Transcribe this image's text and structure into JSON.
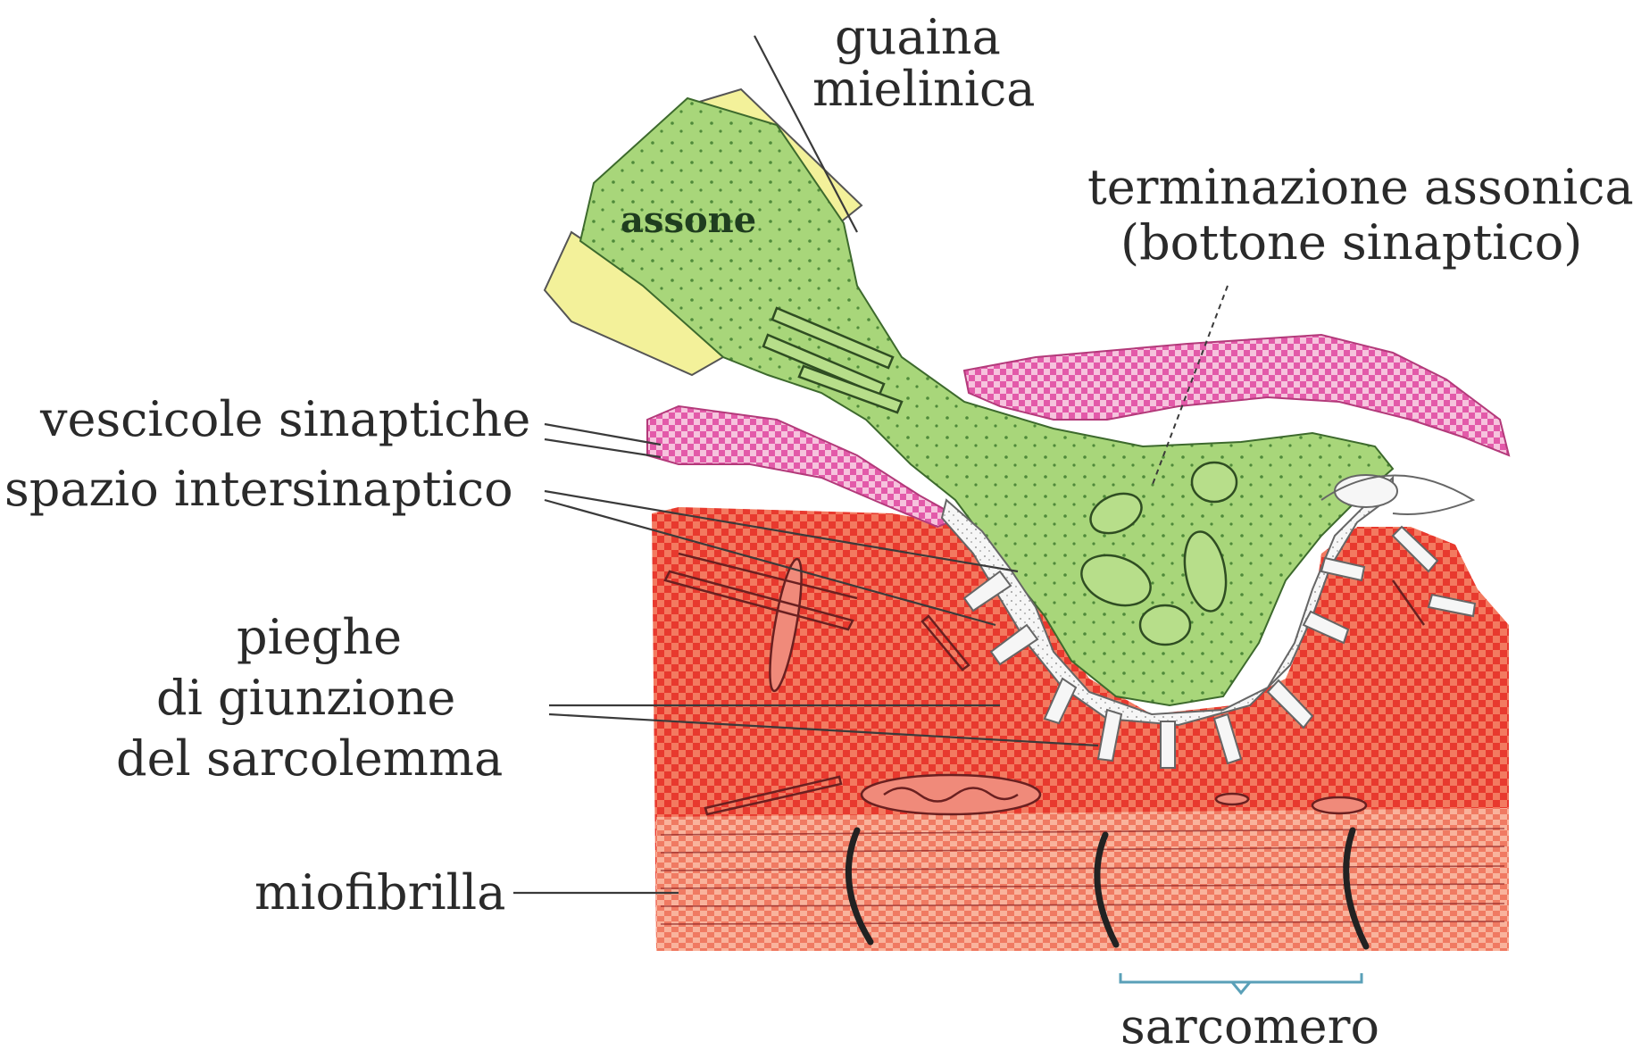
{
  "labels": {
    "myelin_sheath": [
      "guaina",
      "mielinica"
    ],
    "axon": "assone",
    "axon_terminal": [
      "terminazione assonica",
      "(bottone sinaptico)"
    ],
    "synaptic_vesicles": "vescicole sinaptiche",
    "synaptic_cleft": "spazio intersinaptico",
    "junctional_folds": [
      "pieghe",
      "di giunzione",
      "del sarcolemma"
    ],
    "myofibril": "miofibrilla",
    "sarcomere": "sarcomero"
  },
  "colors": {
    "axon_green": "#a9d77a",
    "myelin_yellow": "#f4f29a",
    "muscle_red": "#ef4a3a",
    "muscle_light": "#f7a08a",
    "schwann_pink": "#e05aa8",
    "membrane_white": "#f4f4f4",
    "sarcomere_bracket": "#5aa0b8"
  }
}
